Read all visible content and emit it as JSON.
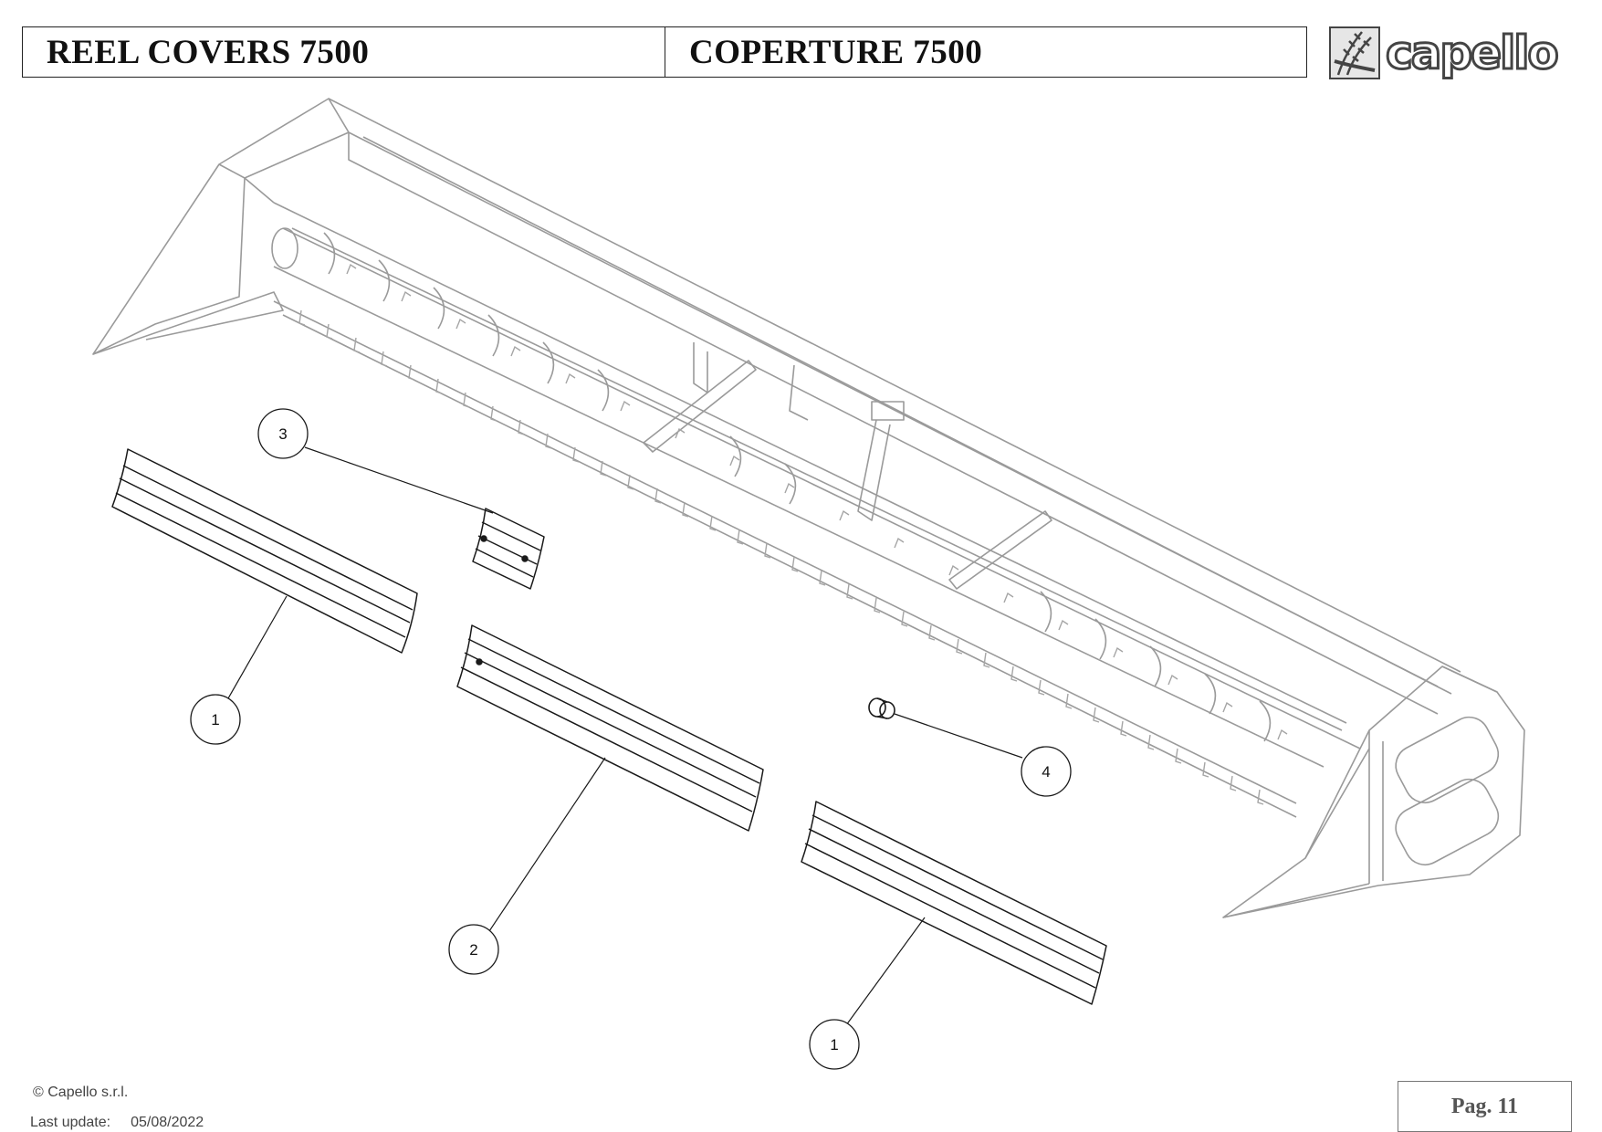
{
  "header": {
    "title_en": "REEL COVERS 7500",
    "title_it": "COPERTURE 7500"
  },
  "logo": {
    "text": "capello",
    "icon": "wheat-icon"
  },
  "callouts": [
    {
      "id": "callout-3",
      "label": "3"
    },
    {
      "id": "callout-1a",
      "label": "1"
    },
    {
      "id": "callout-2",
      "label": "2"
    },
    {
      "id": "callout-4",
      "label": "4"
    },
    {
      "id": "callout-1b",
      "label": "1"
    }
  ],
  "footer": {
    "copyright": "© Capello s.r.l.",
    "last_update_label": "Last update:",
    "last_update_date": "05/08/2022",
    "page_label": "Pag. 11"
  },
  "colors": {
    "frame_line": "#9a9a9a",
    "part_line": "#1a1a1a",
    "logo_dark": "#444444"
  }
}
